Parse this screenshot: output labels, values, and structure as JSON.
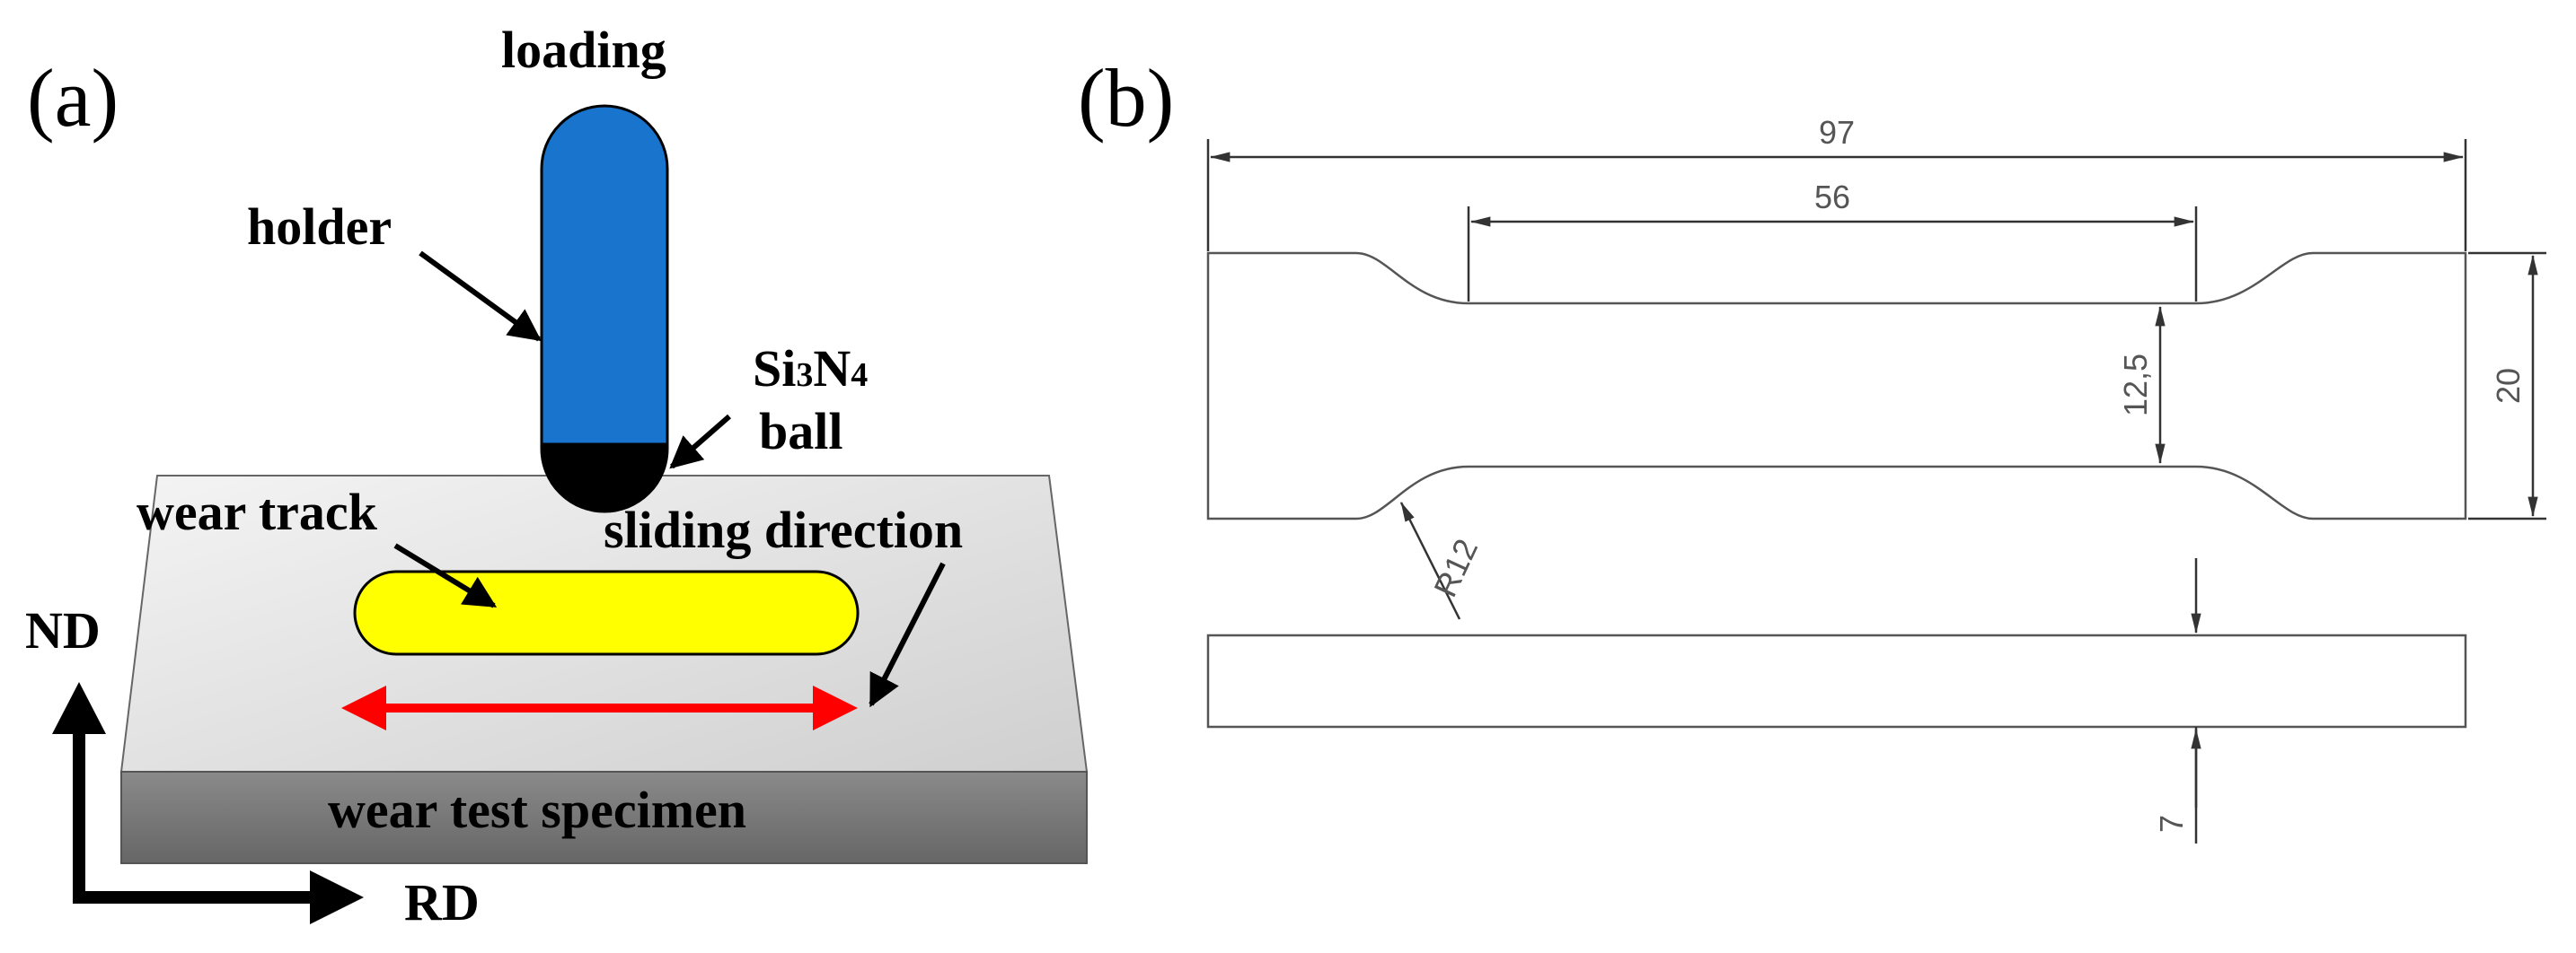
{
  "panel_a": {
    "label": "(a)",
    "loading": "loading",
    "holder": "holder",
    "ball_formula": {
      "si": "Si",
      "si_sub": "3",
      "n": "N",
      "n_sub": "4"
    },
    "ball": "ball",
    "wear_track": "wear track",
    "sliding_direction": "sliding direction",
    "specimen": "wear test specimen",
    "nd": "ND",
    "rd": "RD",
    "colors": {
      "holder": "#1874cd",
      "ball": "#000000",
      "wear_track": "#ffff00",
      "sliding_arrow": "#ff0000",
      "specimen_top": "#e6e6e6",
      "specimen_side": "#777777"
    }
  },
  "panel_b": {
    "label": "(b)",
    "dim_total_length": "97",
    "dim_gauge_length": "56",
    "dim_gauge_width": "12,5",
    "dim_grip_width": "20",
    "dim_radius": "R12",
    "dim_thickness": "7"
  }
}
